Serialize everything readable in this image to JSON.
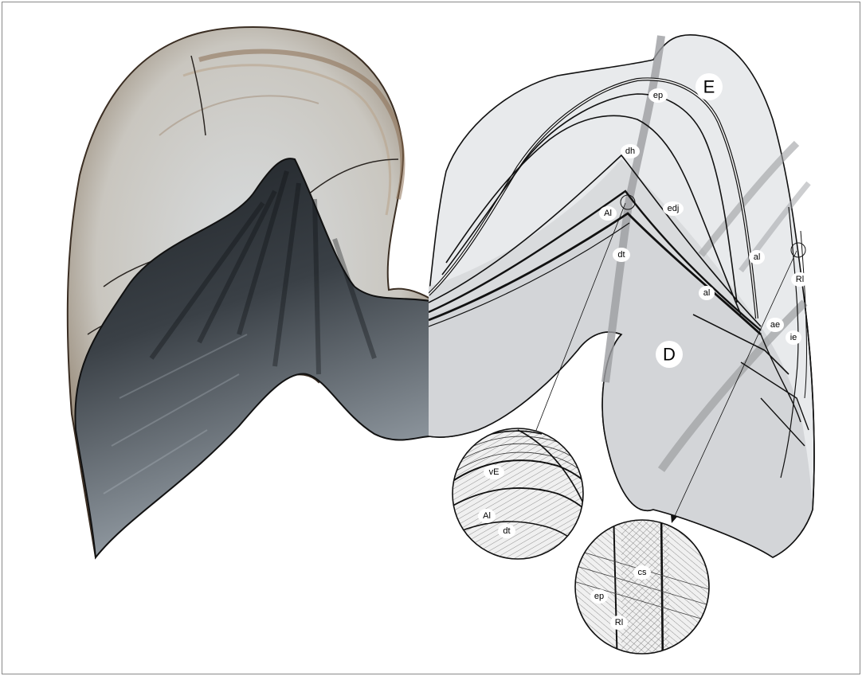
{
  "figure": {
    "regions": {
      "enamel": "E",
      "dentine": "D"
    },
    "labels": {
      "ep": "ep",
      "dh": "dh",
      "edj": "edj",
      "Al_left": "Al",
      "dt": "dt",
      "al_upper": "al",
      "al_lower": "al",
      "Rl": "Rl",
      "ae": "ae",
      "ie": "ie"
    },
    "inset_1": {
      "vE": "vE",
      "Al": "Al",
      "dt": "dt"
    },
    "inset_2": {
      "cs": "cs",
      "ep": "ep",
      "Rl": "Rl"
    }
  }
}
